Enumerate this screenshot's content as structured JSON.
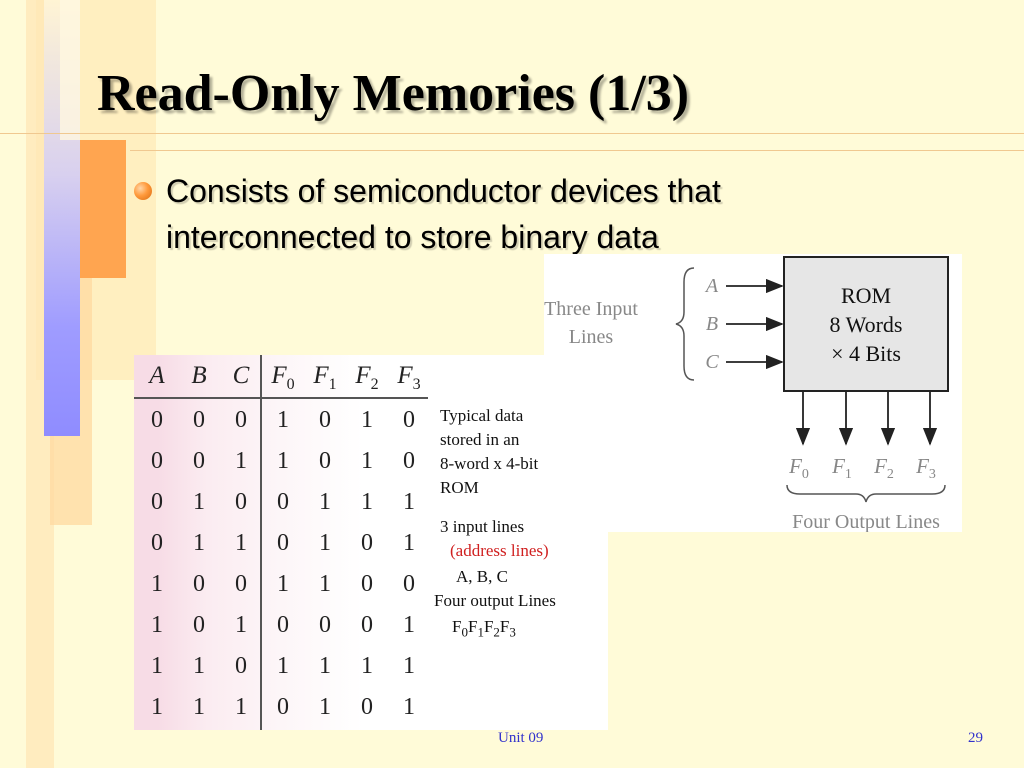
{
  "slide": {
    "title": "Read-Only Memories (1/3)",
    "bullet": {
      "line1": "Consists of semiconductor devices that",
      "line2": "interconnected to store binary data"
    },
    "footer_left": "Unit 09",
    "page_number": "29"
  },
  "diagram": {
    "input_group_label_1": "Three Input",
    "input_group_label_2": "Lines",
    "inputs": [
      "A",
      "B",
      "C"
    ],
    "box_line1": "ROM",
    "box_line2": "8 Words",
    "box_line3": "× 4 Bits",
    "output_labels": [
      "F",
      "F",
      "F",
      "F"
    ],
    "output_subs": [
      "0",
      "1",
      "2",
      "3"
    ],
    "output_group_label": "Four Output Lines"
  },
  "truth_table": {
    "headers": [
      "A",
      "B",
      "C",
      "F",
      "F",
      "F",
      "F"
    ],
    "header_subs": [
      "",
      "",
      "",
      "0",
      "1",
      "2",
      "3"
    ],
    "rows": [
      [
        "0",
        "0",
        "0",
        "1",
        "0",
        "1",
        "0"
      ],
      [
        "0",
        "0",
        "1",
        "1",
        "0",
        "1",
        "0"
      ],
      [
        "0",
        "1",
        "0",
        "0",
        "1",
        "1",
        "1"
      ],
      [
        "0",
        "1",
        "1",
        "0",
        "1",
        "0",
        "1"
      ],
      [
        "1",
        "0",
        "0",
        "1",
        "1",
        "0",
        "0"
      ],
      [
        "1",
        "0",
        "1",
        "0",
        "0",
        "0",
        "1"
      ],
      [
        "1",
        "1",
        "0",
        "1",
        "1",
        "1",
        "1"
      ],
      [
        "1",
        "1",
        "1",
        "0",
        "1",
        "0",
        "1"
      ]
    ]
  },
  "notes": {
    "line1": "Typical data",
    "line2": "stored in an",
    "line3": "8-word x 4-bit",
    "line4": "ROM",
    "line5": "3 input lines",
    "line6": "(address lines)",
    "line7": "A, B, C",
    "line8": "Four output Lines",
    "line9": "F0F1F2F3"
  },
  "colors": {
    "background": "#fffbd8",
    "orange_bar": "#ffa550",
    "blue_bar": "#9999ff",
    "bullet": "#ff9a3c",
    "rule": "#f0c890",
    "note_red": "#d02020",
    "footer": "#3333cc"
  }
}
